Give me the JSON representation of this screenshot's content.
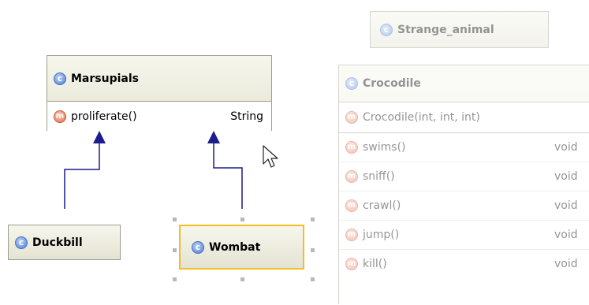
{
  "classes": {
    "marsupials": {
      "name": "Marsupials",
      "class_badge": "c",
      "method_badge": "m",
      "method": "proliferate()",
      "return_type": "String"
    },
    "duckbill": {
      "name": "Duckbill",
      "class_badge": "c"
    },
    "wombat": {
      "name": "Wombat",
      "class_badge": "c"
    },
    "strange_animal": {
      "name": "Strange_animal",
      "class_badge": "c"
    },
    "crocodile": {
      "name": "Crocodile",
      "class_badge": "c",
      "constructor": {
        "badge": "m",
        "signature": "Crocodile(int, int, int)"
      },
      "methods": [
        {
          "badge": "m",
          "name": "swims()",
          "return_type": "void"
        },
        {
          "badge": "m",
          "name": "sniff()",
          "return_type": "void"
        },
        {
          "badge": "m",
          "name": "crawl()",
          "return_type": "void"
        },
        {
          "badge": "m",
          "name": "jump()",
          "return_type": "void"
        },
        {
          "badge": "m",
          "name": "kill()",
          "return_type": "void"
        }
      ]
    }
  },
  "colors": {
    "edge": "#1c1c8c",
    "selection": "#f0c020",
    "node_border": "#9e9c8c"
  }
}
